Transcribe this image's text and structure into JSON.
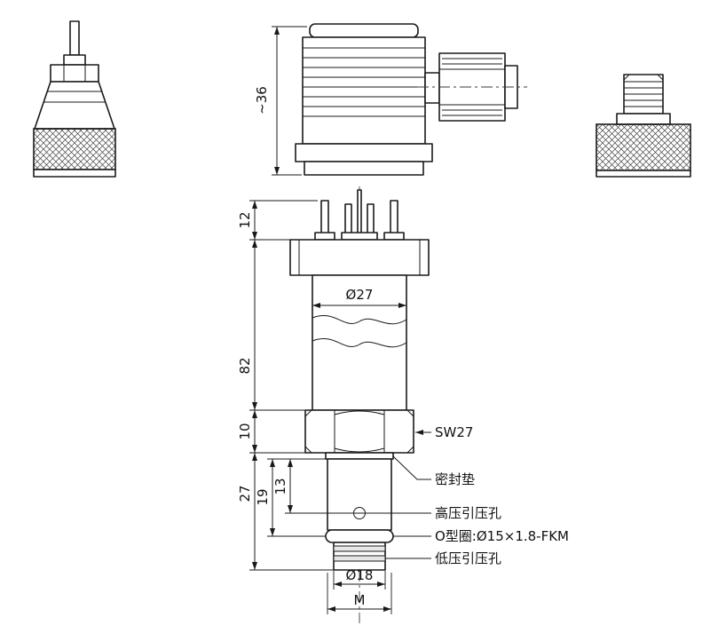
{
  "dimensions": {
    "connector_height": "~36",
    "pin_length": "12",
    "body_diameter": "Ø27",
    "body_length": "82",
    "hex_height": "10",
    "stem_length": "27",
    "oring_offset": "19",
    "hole_offset": "13",
    "tip_diameter": "Ø18",
    "thread": "M"
  },
  "labels": {
    "wrench_size": "SW27",
    "seal_gasket": "密封垫",
    "high_pressure_port": "高压引压孔",
    "o_ring": "O型圈:Ø15×1.8-FKM",
    "low_pressure_port": "低压引压孔"
  }
}
